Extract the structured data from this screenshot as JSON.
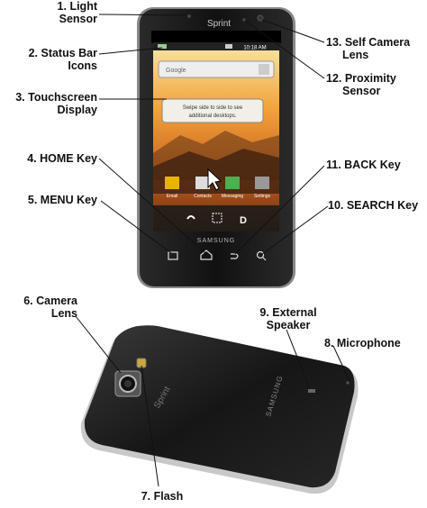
{
  "labels": {
    "light_sensor": [
      "1. Light",
      "Sensor"
    ],
    "status_bar_icons": [
      "2. Status Bar",
      "Icons"
    ],
    "touchscreen_display": [
      "3. Touchscreen",
      "Display"
    ],
    "home_key": "4. HOME Key",
    "menu_key": "5. MENU Key",
    "camera_lens": [
      "6. Camera",
      "Lens"
    ],
    "flash": "7. Flash",
    "microphone": "8. Microphone",
    "external_speaker": [
      "9. External",
      "Speaker"
    ],
    "search_key": "10. SEARCH Key",
    "back_key": "11. BACK Key",
    "proximity_sensor": [
      "12. Proximity",
      "Sensor"
    ],
    "self_camera_lens": [
      "13. Self Camera",
      "Lens"
    ]
  },
  "phone_front": {
    "carrier": "Sprint",
    "brand": "SAMSUNG",
    "status_time": "10:18 AM",
    "search_placeholder": "Google",
    "tooltip": [
      "Swipe side to side to see",
      "additional desktops."
    ],
    "apps": [
      "Email",
      "Contacts",
      "Messaging",
      "Settings"
    ]
  },
  "phone_back": {
    "carrier": "Sprint",
    "brand": "SAMSUNG"
  }
}
